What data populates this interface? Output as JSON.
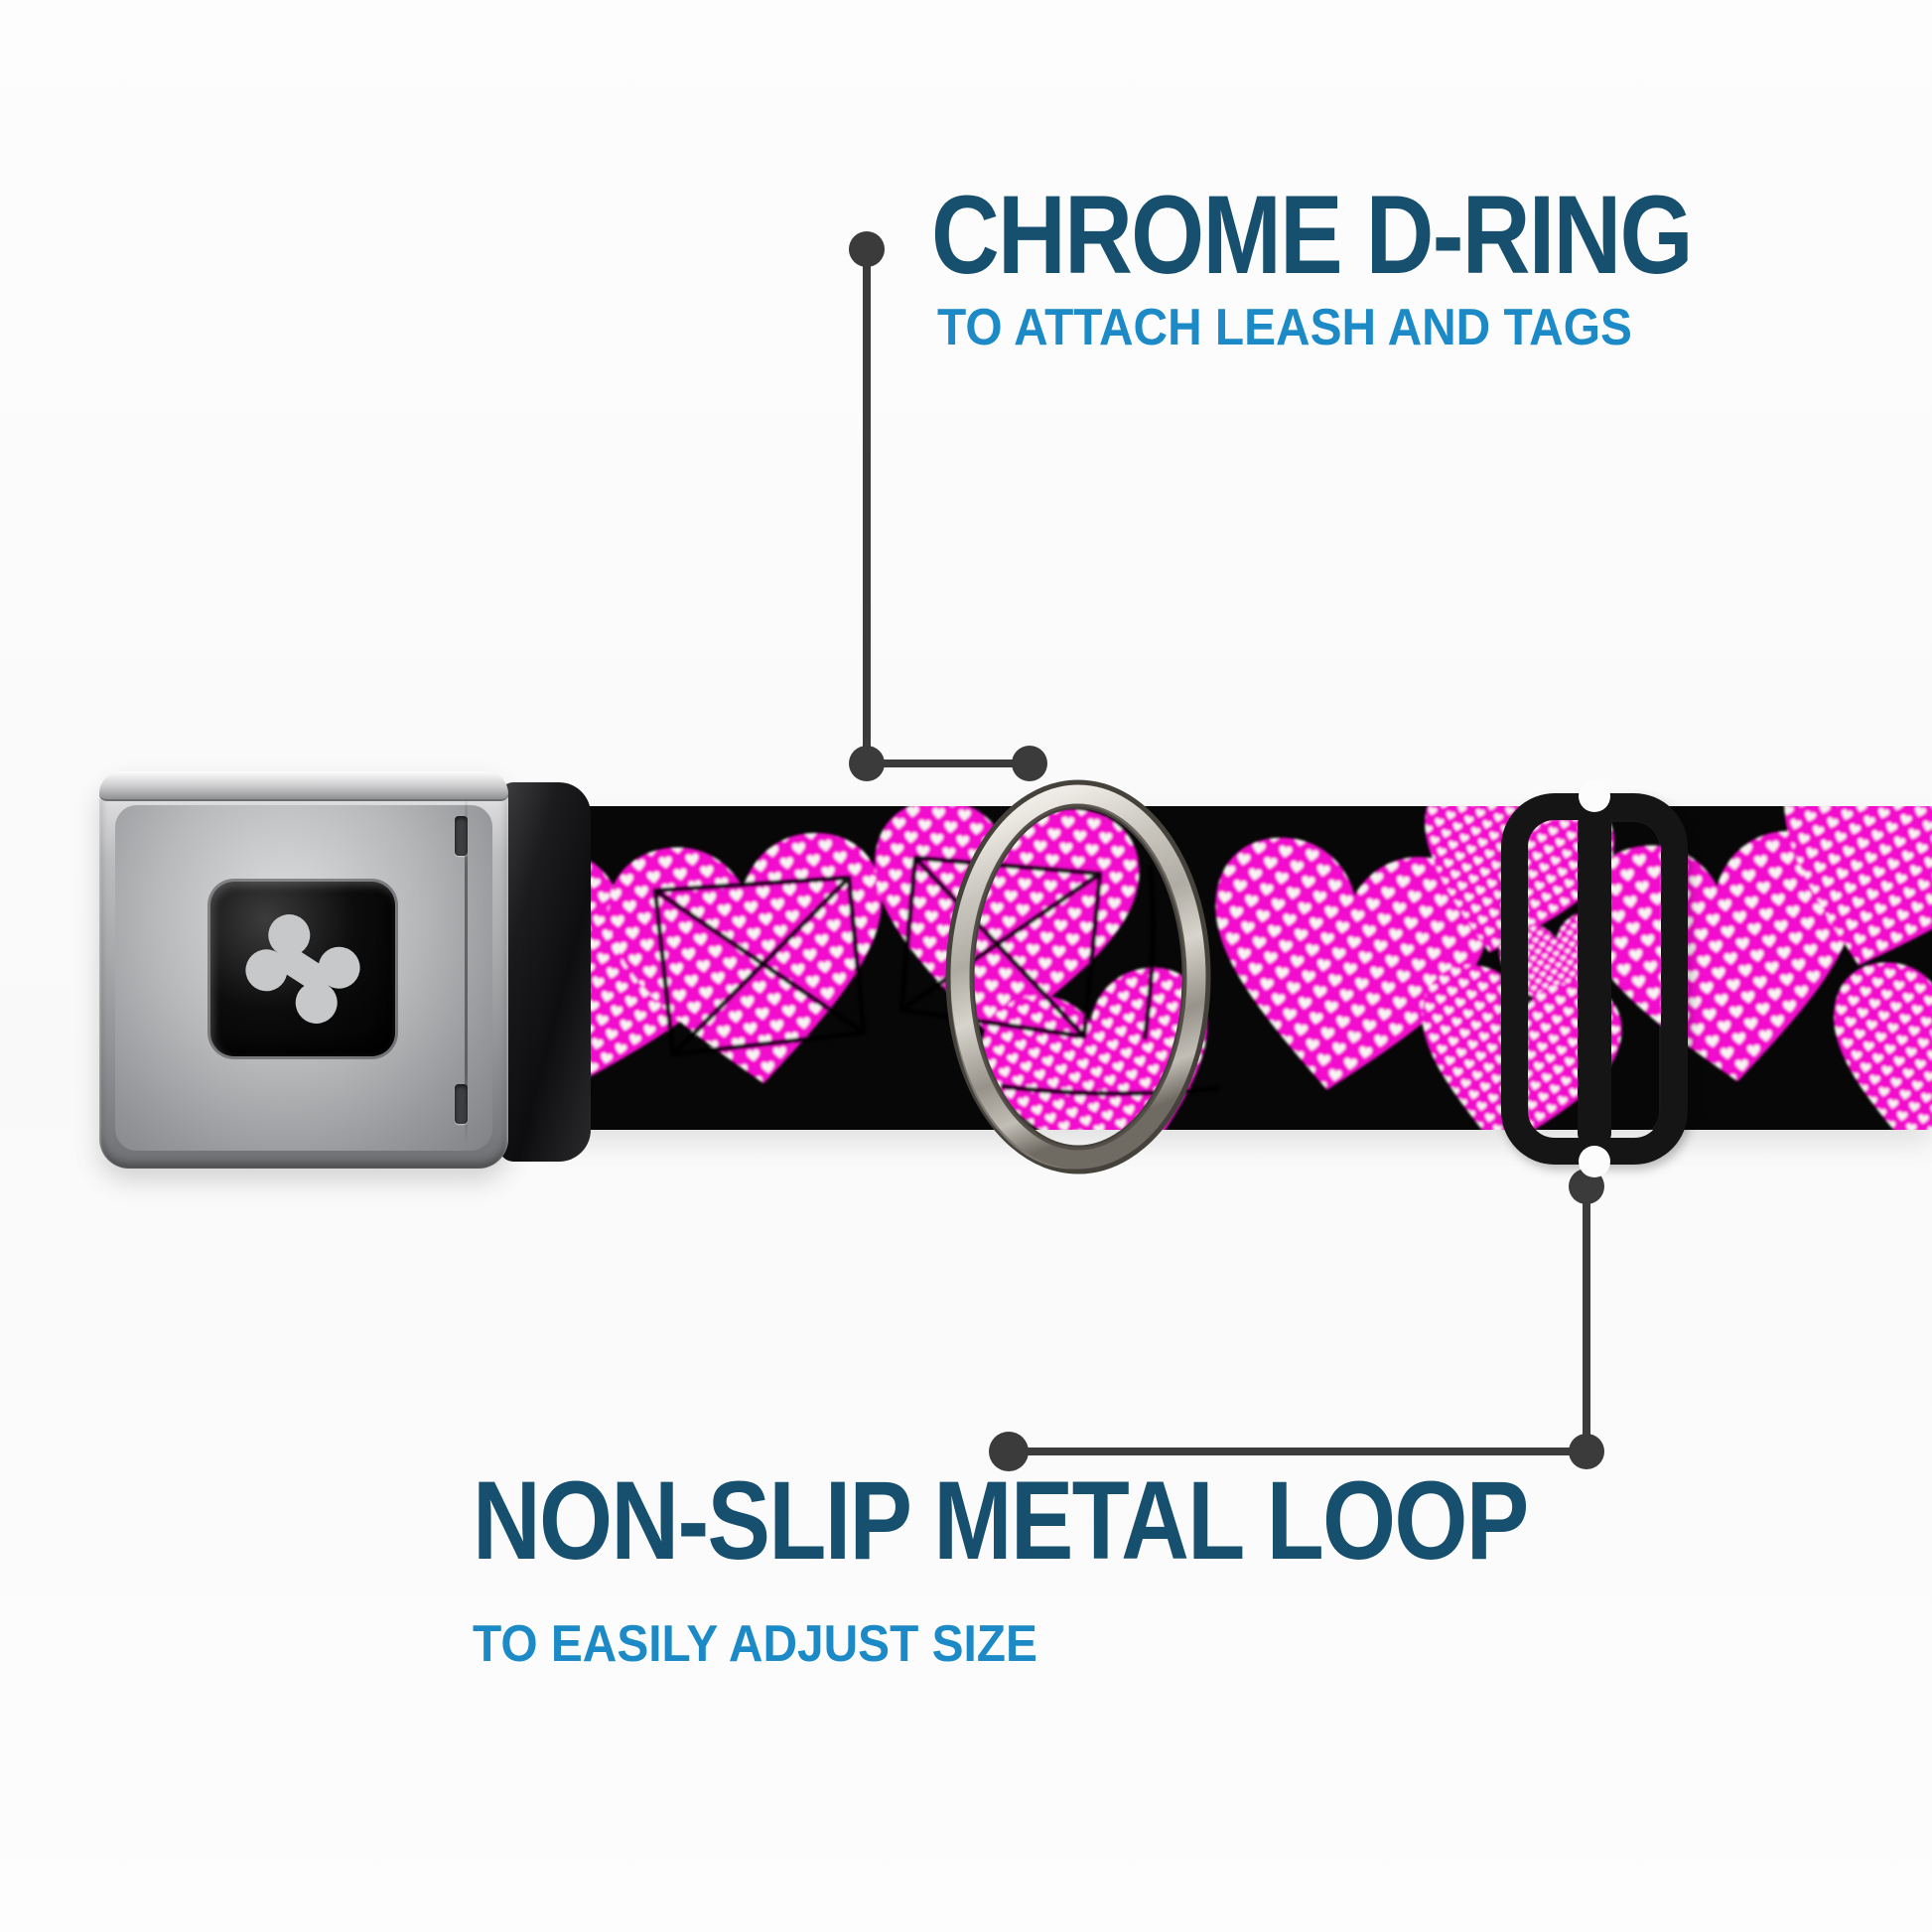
{
  "annotations": {
    "top": {
      "title": "CHROME D-RING",
      "subtitle": "TO ATTACH LEASH AND TAGS"
    },
    "bottom": {
      "title": "NON-SLIP METAL LOOP",
      "subtitle": "TO EASILY ADJUST SIZE"
    }
  },
  "icons": {
    "buckle_center": "dog-bone-icon"
  },
  "colors": {
    "title_blue": "#17506f",
    "subtitle_blue": "#1b8ac6",
    "callout": "#3b3b3b",
    "strap_black": "#070707",
    "heart_pink": "#f211ce",
    "heart_white": "#f7f4f3",
    "bone_gray": "#c7c8ca",
    "slider_black": "#151515"
  }
}
